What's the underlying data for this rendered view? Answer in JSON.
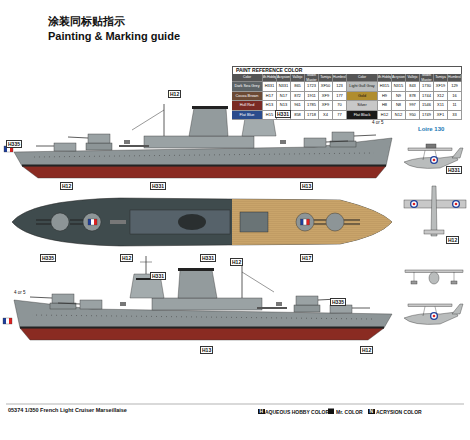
{
  "diagram": {
    "title": "涂装同标贴指示",
    "caption": "05374 1/350 French Light Cruiser Marseillaise",
    "labels": [
      "Painting & Marking guide",
      "PAINT REFERENCE COLOR",
      "Color",
      "Mr.Hobby",
      "Acrysion",
      "Vallejo",
      "Model Master",
      "Tamiya",
      "Humbrol",
      "Color",
      "Mr.Hobby",
      "Acrysion",
      "Vallejo",
      "Model Master",
      "Tamiya",
      "Humbrol",
      "H331",
      "N331",
      "865",
      "1723",
      "XF50",
      "123",
      "H17",
      "N17",
      "872",
      "1911",
      "XF9",
      "177",
      "H13",
      "N13",
      "961",
      "1785",
      "XF9",
      "70",
      "H15",
      "N15",
      "858",
      "1718",
      "X4",
      "77",
      "H315",
      "N315",
      "843",
      "1730",
      "XF19",
      "129",
      "H9",
      "N9",
      "878",
      "1744",
      "X12",
      "16",
      "H8",
      "N8",
      "997",
      "1546",
      "X11",
      "11",
      "H12",
      "N12",
      "950",
      "1749",
      "XF1",
      "33",
      "H12",
      "H331",
      "H335",
      "H13",
      "H331",
      "H12",
      "H335",
      "H12",
      "H331",
      "H17",
      "H12",
      "H331",
      "H335",
      "H13",
      "H12",
      "H331",
      "H12",
      "4 or 5",
      "4 or 5",
      "Loire 130",
      "H",
      "N"
    ],
    "legend": [
      {
        "text": "Dark Sea Grey",
        "color": "#5c6366"
      },
      {
        "text": "Cocoa Brown",
        "color": "#6b4a35"
      },
      {
        "text": "Hull Red",
        "color": "#7a2a24"
      },
      {
        "text": "Flat Blue",
        "color": "#2a4b8c"
      },
      {
        "text": "Light Gull Gray",
        "color": "#b9bcbc"
      },
      {
        "text": "Gold",
        "color": "#b08d2e"
      },
      {
        "text": "Silver",
        "color": "#c8c8c8"
      },
      {
        "text": "Flat Black",
        "color": "#1a1a1a"
      },
      {
        "text": "AQUEOUS HOBBY COLOR"
      },
      {
        "text": "Mr. COLOR"
      },
      {
        "text": "ACRYSION COLOR"
      }
    ]
  }
}
